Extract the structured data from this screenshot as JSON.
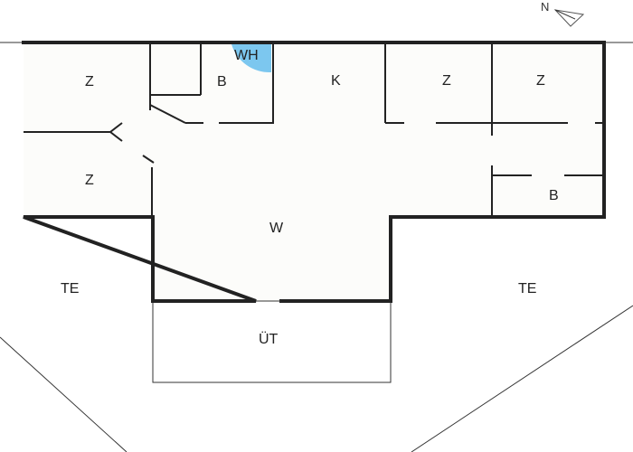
{
  "north": {
    "label": "N"
  },
  "rooms": {
    "z_top_left": "Z",
    "z_mid_left": "Z",
    "bath_top": "B",
    "wh": "WH",
    "kitchen": "K",
    "z_top_right_1": "Z",
    "z_top_right_2": "Z",
    "bath_right": "B",
    "living": "W",
    "terrace_left": "TE",
    "terrace_right": "TE",
    "outdoor": "ÜT"
  },
  "colors": {
    "water_heater": "#7cc7ef",
    "walls": "#222222",
    "floor": "#fcfcfa"
  }
}
